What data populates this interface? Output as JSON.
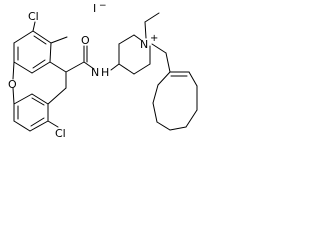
{
  "molecule": {
    "counter_ion": {
      "symbol": "I",
      "charge": "−"
    },
    "atoms": {
      "cl_top": "Cl",
      "cl_bottom": "Cl",
      "oxygen_bridge": "O",
      "oxygen_carbonyl": "O",
      "amide_n": "N",
      "amide_h": "H",
      "quaternary_n": "N",
      "quaternary_charge": "+"
    }
  }
}
